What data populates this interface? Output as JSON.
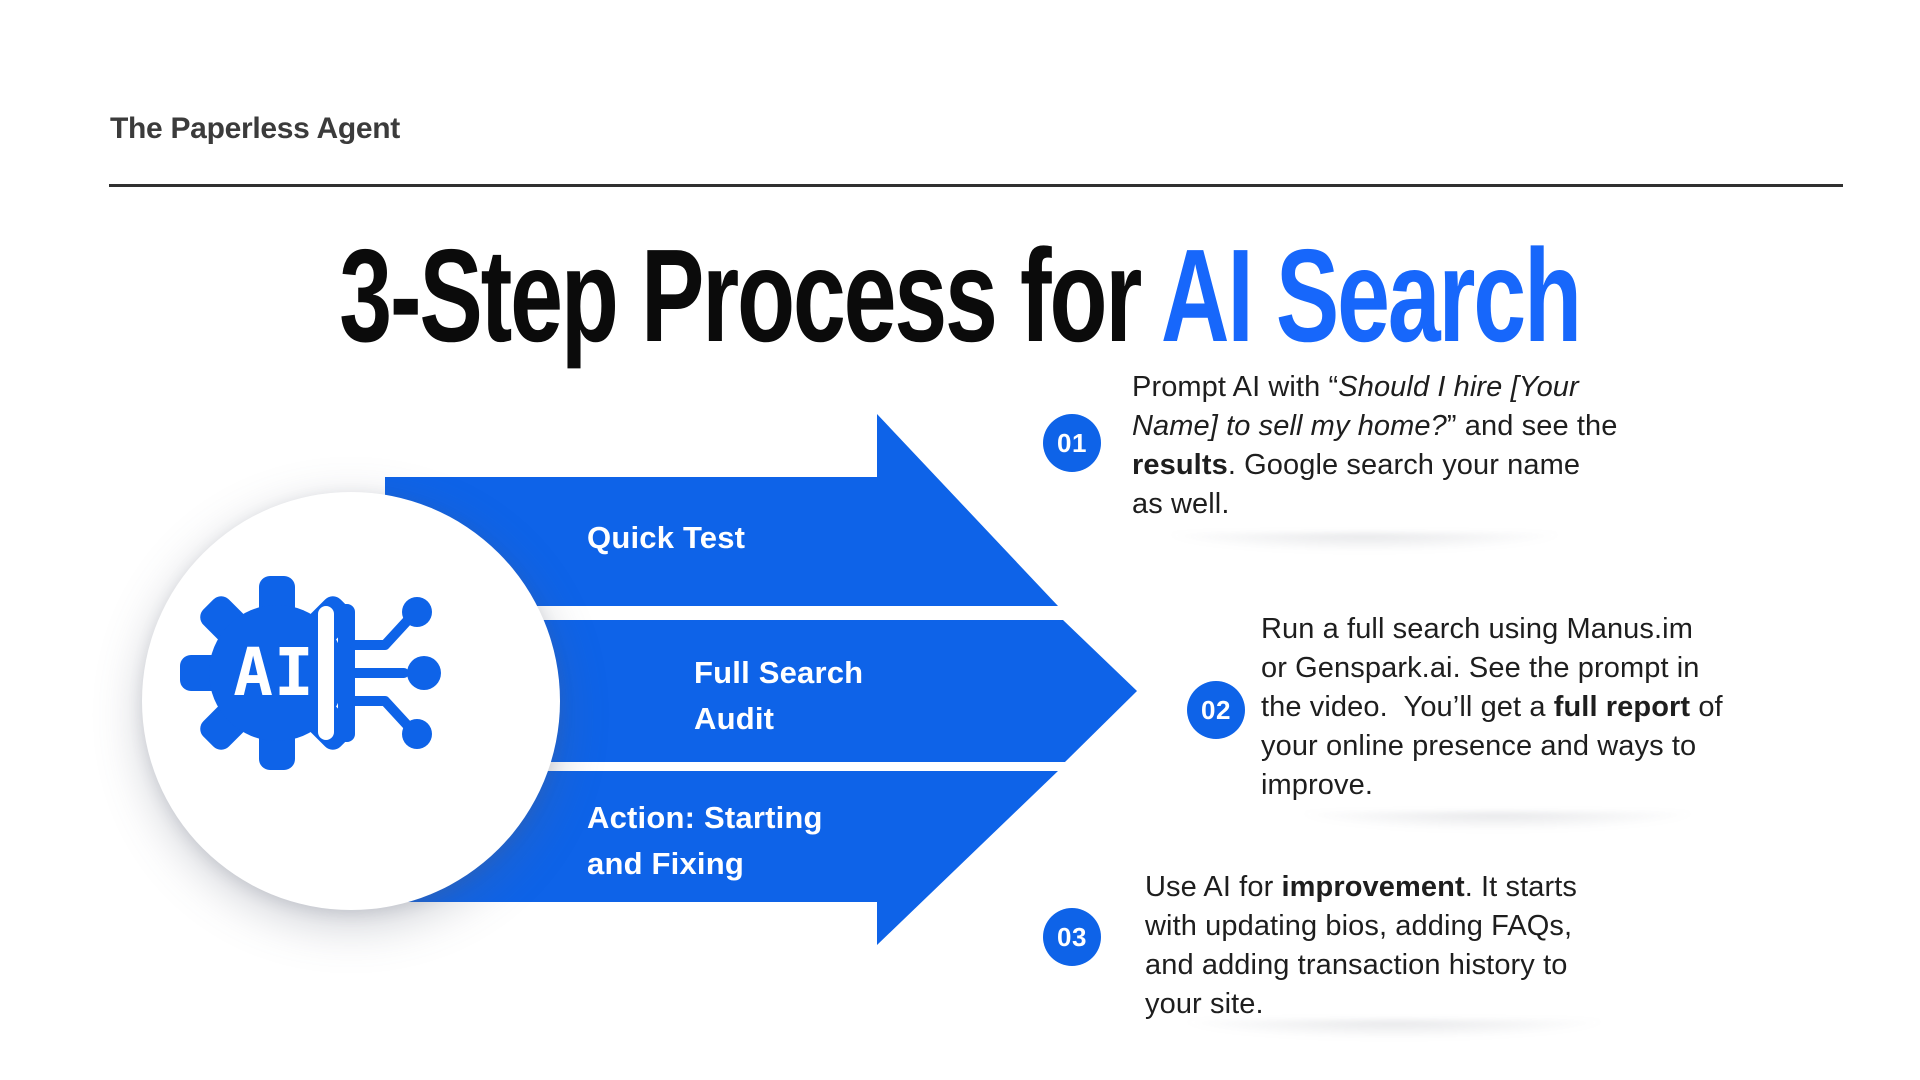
{
  "header": {
    "brand": "The Paperless Agent"
  },
  "title": {
    "prefix": "3-Step Process for ",
    "accent": "AI Search"
  },
  "colors": {
    "title_accent_blue": "#1767fb",
    "shape_blue": "#0e63e8",
    "title_black": "#0b0b0b",
    "body_text": "#1e1e1e",
    "header_text": "#3b3b3b",
    "divider": "#303030",
    "background": "#ffffff",
    "label_white": "#ffffff"
  },
  "diagram": {
    "ai_icon_label": "AI"
  },
  "steps": [
    {
      "number": "01",
      "arrow_label": "Quick Test",
      "segments": [
        {
          "t": "Prompt AI with “"
        },
        {
          "t": "Should I hire [Your\nName] to sell my home?",
          "s": "i"
        },
        {
          "t": "” and see the\n"
        },
        {
          "t": "results",
          "s": "b"
        },
        {
          "t": ". Google search your name\nas well."
        }
      ]
    },
    {
      "number": "02",
      "arrow_label": "Full Search\nAudit",
      "segments": [
        {
          "t": "Run a full search using Manus.im\nor Genspark.ai. See the prompt in\nthe video.  You’ll get a "
        },
        {
          "t": "full report",
          "s": "b"
        },
        {
          "t": " of\nyour online presence and ways to\nimprove."
        }
      ]
    },
    {
      "number": "03",
      "arrow_label": "Action: Starting\nand Fixing",
      "segments": [
        {
          "t": "Use AI for "
        },
        {
          "t": "improvement",
          "s": "b"
        },
        {
          "t": ". It starts\nwith updating bios, adding FAQs,\nand adding transaction history to\nyour site."
        }
      ]
    }
  ]
}
